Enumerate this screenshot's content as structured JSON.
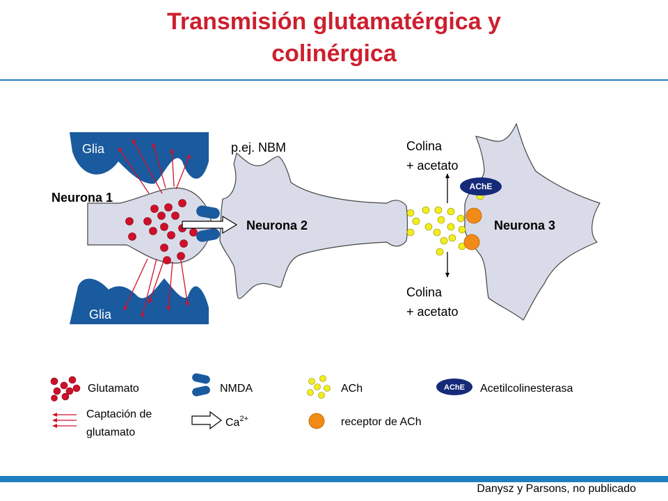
{
  "title": {
    "line1": "Transmisión glutamatérgica y",
    "line2": "colinérgica"
  },
  "diagram": {
    "glia_top": "Glia",
    "glia_bottom": "Glia",
    "neurona1": "Neurona 1",
    "neurona2": "Neurona 2",
    "neurona3": "Neurona 3",
    "nbm": "p.ej. NBM",
    "colina_top_1": "Colina",
    "colina_top_2": "+ acetato",
    "colina_bottom_1": "Colina",
    "colina_bottom_2": "+ acetato",
    "ache_badge": "AChE"
  },
  "legend": {
    "glutamato": "Glutamato",
    "nmda": "NMDA",
    "ach": "ACh",
    "ache_badge": "AChE",
    "acetilcolinesterasa": "Acetilcolinesterasa",
    "captacion_1": "Captación de",
    "captacion_2": "glutamato",
    "ca": "Ca",
    "ca_sup": "2+",
    "receptor": "receptor de ACh"
  },
  "credit": "Danysz y Parsons, no publicado",
  "colors": {
    "title": "#cc1f2f",
    "glia": "#1a5a9e",
    "neuron_fill": "#d9dce8",
    "glutamate": "#d0102a",
    "ach": "#f2ee1c",
    "ach_receptor": "#f28a18",
    "ache": "#162a7a",
    "rule": "#1f7fc0"
  }
}
